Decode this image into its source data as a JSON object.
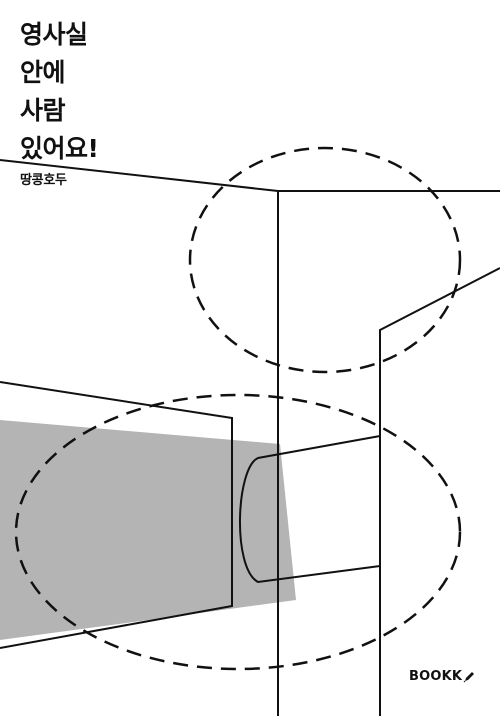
{
  "cover": {
    "title_lines": [
      "영사실",
      "안에",
      "사람",
      "있어요!"
    ],
    "author": "땅콩호두",
    "publisher": "BOOKK",
    "publisher_icon": "pen-icon"
  },
  "colors": {
    "background": "#ffffff",
    "ink": "#111111",
    "light_beam": "#b4b4b4"
  }
}
